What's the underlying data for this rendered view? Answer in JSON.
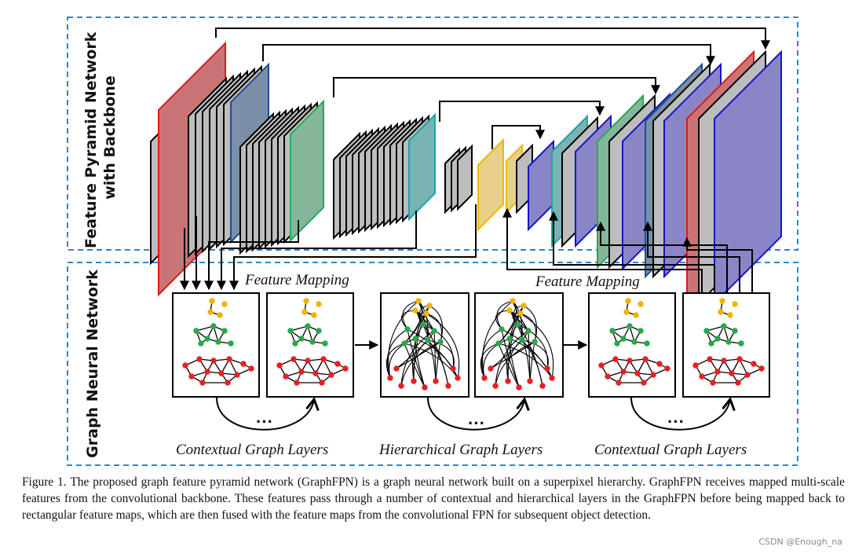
{
  "labels": {
    "fpn_region": "Feature Pyramid Network\nwith Backbone",
    "gnn_region": "Graph Neural Network",
    "feature_mapping_left": "Feature Mapping",
    "feature_mapping_right": "Feature Mapping",
    "contextual_left": "Contextual Graph Layers",
    "hierarchical": "Hierarchical Graph Layers",
    "contextual_right": "Contextual Graph Layers",
    "ellipsis": "···"
  },
  "caption": "Figure 1. The proposed graph feature pyramid network (GraphFPN) is a graph neural network built on a superpixel hierarchy. GraphFPN receives mapped multi-scale features from the convolutional backbone. These features pass through a number of contextual and hierarchical layers in the GraphFPN before being mapped back to rectangular feature maps, which are then fused with the feature maps from the convolutional FPN for subsequent object detection.",
  "watermark": "CSDN @Enough_na",
  "colors": {
    "red_map": "#c97575",
    "red_edge": "#e01818",
    "blue_map": "#7a8fa8",
    "blue_edge": "#1f4e8f",
    "green_map": "#84b69a",
    "green_edge": "#22aa55",
    "teal_map": "#79b3b3",
    "teal_edge": "#1aa6a6",
    "yellow_map": "#e8cf8c",
    "yellow_edge": "#f2b705",
    "purple_map": "#8a86c6",
    "purple_edge": "#1515c8",
    "gray_map": "#bdbdbd",
    "dash_border": "#2f86c9",
    "node_yellow": "#f0b400",
    "node_green": "#2aa84a",
    "node_red": "#e52121"
  }
}
